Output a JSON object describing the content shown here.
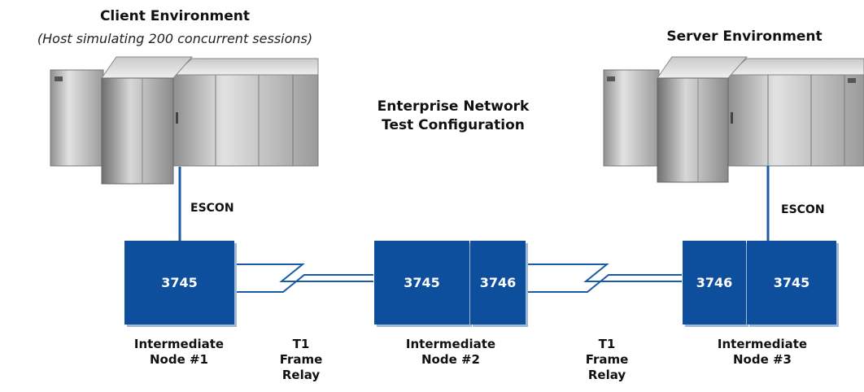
{
  "client": {
    "heading": "Client Environment",
    "subtitle": "(Host simulating 200 concurrent sessions)"
  },
  "server": {
    "heading": "Server Environment"
  },
  "title_line1": "Enterprise Network",
  "title_line2": "Test Configuration",
  "links": {
    "client_escon": "ESCON",
    "server_escon": "ESCON"
  },
  "nodes": {
    "node1": {
      "boxes": [
        "3745"
      ],
      "label_line1": "Intermediate",
      "label_line2": "Node #1"
    },
    "node2": {
      "boxes": [
        "3745",
        "3746"
      ],
      "label_line1": "Intermediate",
      "label_line2": "Node #2"
    },
    "node3": {
      "boxes": [
        "3746",
        "3745"
      ],
      "label_line1": "Intermediate",
      "label_line2": "Node #3"
    }
  },
  "wan1": {
    "line1": "T1",
    "line2": "Frame",
    "line3": "Relay"
  },
  "wan2": {
    "line1": "T1",
    "line2": "Frame",
    "line3": "Relay"
  },
  "colors": {
    "node_blue": "#0d4f9c",
    "link_blue": "#1a5aa6",
    "shadow": "#9fb8d8"
  }
}
